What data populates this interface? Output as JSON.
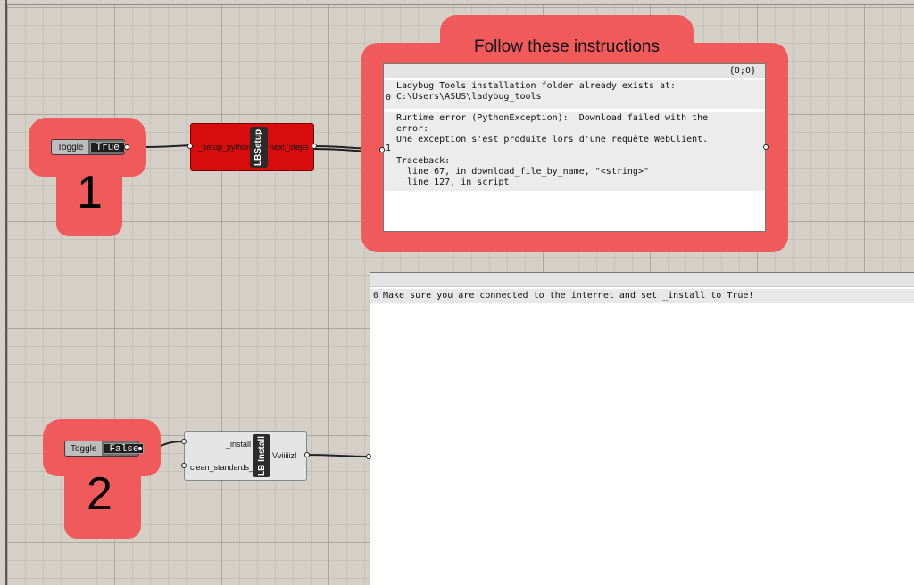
{
  "group1": {
    "number": "1"
  },
  "group2": {
    "number": "2"
  },
  "toggle1": {
    "label": "Toggle",
    "value": "True"
  },
  "toggle2": {
    "label": "Toggle",
    "value": "False"
  },
  "lbsetup": {
    "name": "LBSetup",
    "input": "_setup_python",
    "output": "next_steps"
  },
  "lbinstall": {
    "name": "LB Install",
    "input1": "_install",
    "input2": "clean_standards_",
    "output": "Vviiiiiz!"
  },
  "instructions_group": {
    "title": "Follow these instructions"
  },
  "panel1": {
    "path": "{0;0}",
    "index0": "0",
    "index1": "1",
    "item0": "Ladybug Tools installation folder already exists at:\nC:\\Users\\ASUS\\ladybug_tools",
    "item1": "Runtime error (PythonException):  Download failed with the\nerror:\nUne exception s'est produite lors d'une requête WebClient.\n\nTraceback:\n  line 67, in download_file_by_name, \"<string>\"\n  line 127, in script"
  },
  "panel2": {
    "index0": "0",
    "item0": "Make sure you are connected to the internet and set _install to True!"
  },
  "colors": {
    "group_fill": "#f05a5a",
    "lbsetup_fill": "#d80c0c",
    "canvas": "#d4d0c8"
  }
}
